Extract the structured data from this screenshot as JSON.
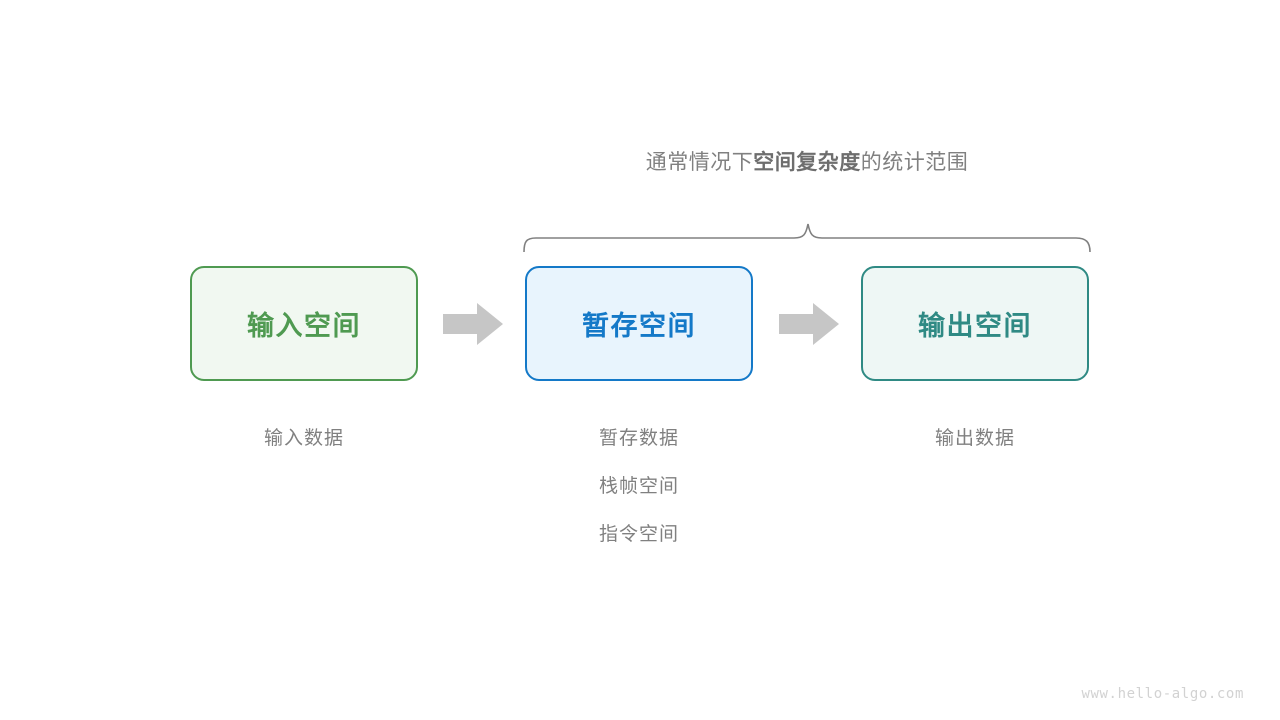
{
  "diagram": {
    "scope": {
      "caption_prefix": "通常情况下",
      "caption_strong": "空间复杂度",
      "caption_suffix": "的统计范围",
      "brace_color": "#808080"
    },
    "boxes": [
      {
        "id": "input",
        "label": "输入空间",
        "border_color": "#4f9a51",
        "fill_color": "#f1f8f1",
        "text_color": "#4f9a51"
      },
      {
        "id": "temp",
        "label": "暂存空间",
        "border_color": "#1479c8",
        "fill_color": "#e8f4fd",
        "text_color": "#1479c8"
      },
      {
        "id": "output",
        "label": "输出空间",
        "border_color": "#2f8a84",
        "fill_color": "#eef7f5",
        "text_color": "#2f8a84"
      }
    ],
    "arrows": [
      {
        "id": "arrow-1",
        "direction": "right",
        "color": "#c6c6c6"
      },
      {
        "id": "arrow-2",
        "direction": "right",
        "color": "#c6c6c6"
      }
    ],
    "captions": {
      "input": [
        "输入数据"
      ],
      "temp": [
        "暂存数据",
        "栈帧空间",
        "指令空间"
      ],
      "output": [
        "输出数据"
      ]
    },
    "watermark": "www.hello-algo.com"
  }
}
